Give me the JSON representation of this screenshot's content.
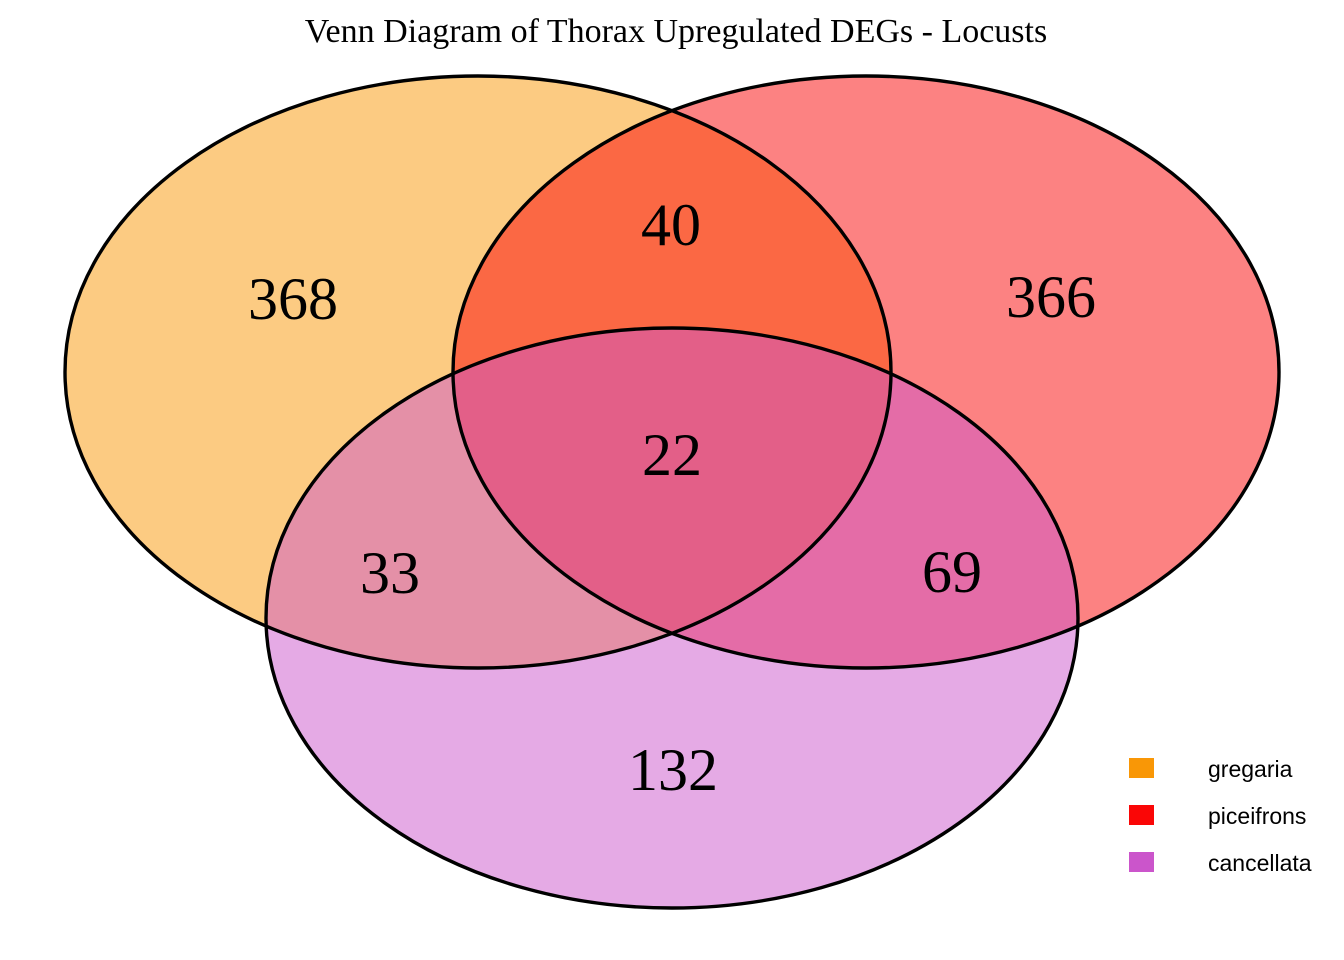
{
  "page": {
    "background_color": "#FFFFFF"
  },
  "chart_data": {
    "type": "venn",
    "title": "Venn Diagram of Thorax Upregulated DEGs - Locusts",
    "sets": [
      {
        "name": "gregaria",
        "color": "#F99706",
        "only_count": 368
      },
      {
        "name": "piceifrons",
        "color": "#FA0606",
        "only_count": 366
      },
      {
        "name": "cancellata",
        "color": "#CB55CB",
        "only_count": 132
      }
    ],
    "regions": {
      "gregaria_only": 368,
      "piceifrons_only": 366,
      "cancellata_only": 132,
      "gregaria_piceifrons": 40,
      "gregaria_cancellata": 33,
      "piceifrons_cancellata": 69,
      "gregaria_piceifrons_cancellata": 22
    },
    "fill_opacity": 0.5,
    "outline_color": "#000000",
    "label_color": "#000000",
    "legend_position": "bottom-right",
    "legend_entries": [
      "gregaria",
      "piceifrons",
      "cancellata"
    ]
  }
}
